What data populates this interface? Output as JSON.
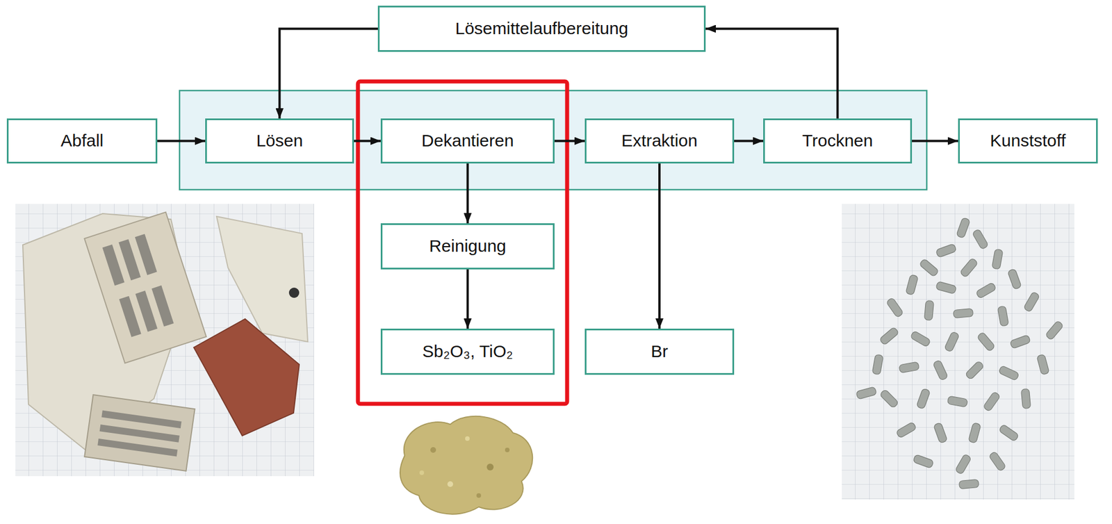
{
  "diagram": {
    "nodes": [
      {
        "text": [
          "Lösemittelaufbereitung"
        ]
      },
      {
        "text": [
          "Abfall"
        ]
      },
      {
        "text": [
          "Lösen"
        ]
      },
      {
        "text": [
          "Dekantieren"
        ]
      },
      {
        "text": [
          "Extraktion"
        ]
      },
      {
        "text": [
          "Trocknen"
        ]
      },
      {
        "text": [
          "Kunststoff"
        ]
      },
      {
        "text": [
          "Reinigung"
        ]
      },
      {
        "text": [
          "Sb₂O₃, TiO₂"
        ]
      },
      {
        "text": [
          "Br"
        ]
      }
    ],
    "edges": [
      {
        "from": 1,
        "to": 2,
        "arrow": "to"
      },
      {
        "from": 2,
        "to": 3,
        "arrow": "to"
      },
      {
        "from": 3,
        "to": 4,
        "arrow": "to"
      },
      {
        "from": 4,
        "to": 5,
        "arrow": "to"
      },
      {
        "from": 5,
        "to": 6,
        "arrow": "to"
      },
      {
        "from": 5,
        "to": 0,
        "arrow": "to"
      },
      {
        "from": 0,
        "to": 2,
        "arrow": "to"
      },
      {
        "from": 3,
        "to": 7,
        "arrow": "to"
      },
      {
        "from": 7,
        "to": 8,
        "arrow": "to"
      },
      {
        "from": 4,
        "to": 9,
        "arrow": "to"
      }
    ]
  }
}
